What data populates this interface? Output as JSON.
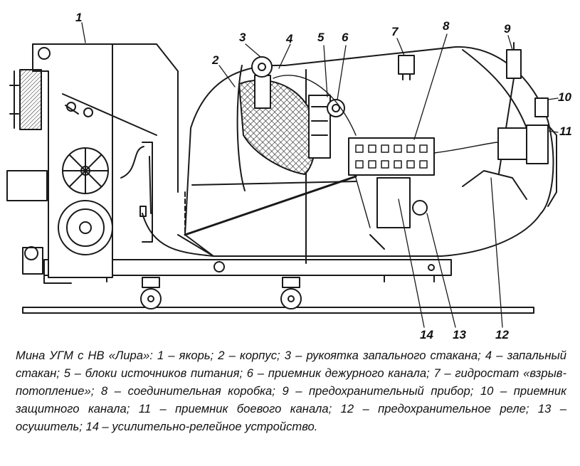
{
  "figure": {
    "part_labels": [
      "1",
      "2",
      "3",
      "4",
      "5",
      "6",
      "7",
      "8",
      "9",
      "10",
      "11",
      "12",
      "13",
      "14"
    ]
  },
  "caption": {
    "title": "Мина УГМ с НВ «Лира»:",
    "items": [
      "1 – якорь;",
      "2 – корпус;",
      "3 – рукоятка запального стакана;",
      "4 – запальный стакан;",
      "5 – блоки источников питания;",
      "6 – приемник дежурного канала;",
      "7 – гидростат «взрыв-потопление»;",
      "8 – соединительная коробка;",
      "9 – предохранительный прибор;",
      "10 – приемник защитного канала;",
      "11 – приемник боевого канала;",
      "12 – предохранительное реле;",
      "13 – осушитель;",
      "14 – усилительно-релейное устройство."
    ]
  }
}
